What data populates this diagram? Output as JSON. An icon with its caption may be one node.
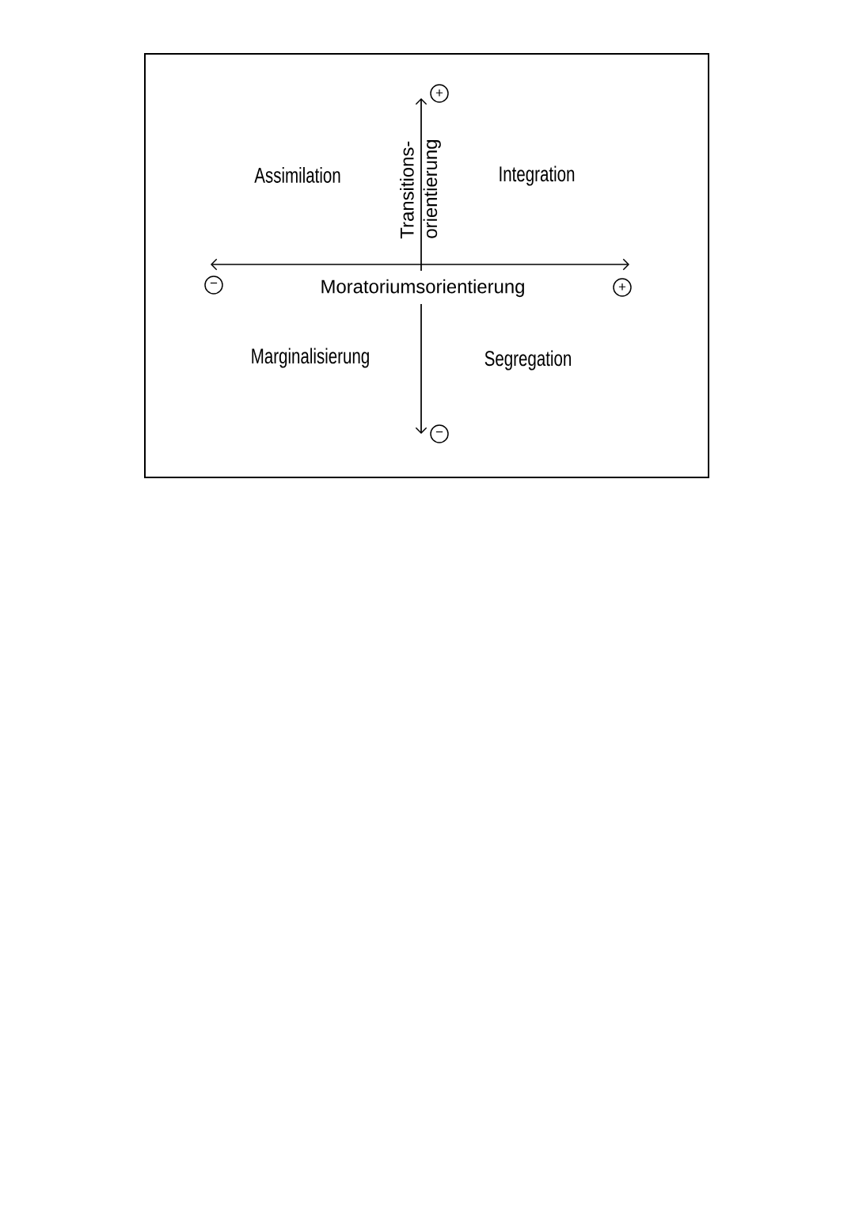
{
  "diagram": {
    "nodes": [
      {
        "text": [
          "+"
        ]
      },
      {
        "text": [
          "−"
        ]
      },
      {
        "text": [
          "+"
        ]
      },
      {
        "text": [
          "−"
        ]
      }
    ],
    "labels": [
      "Assimilation",
      "Transitions- orientierung",
      "Integration",
      "Moratoriumsorientierung",
      "Marginalisierung",
      "Segregation"
    ]
  }
}
